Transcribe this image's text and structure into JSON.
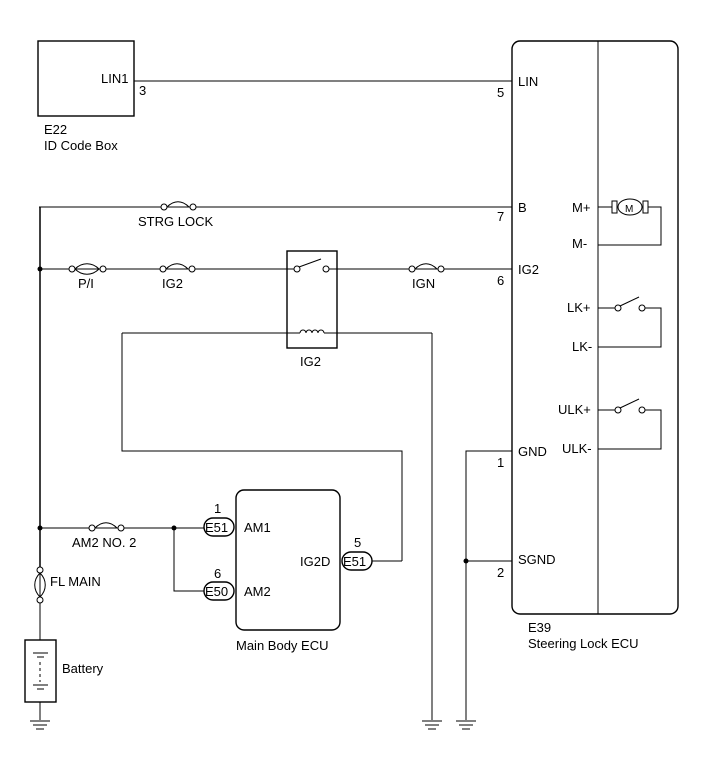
{
  "id_code_box": {
    "code": "E22",
    "name": "ID Code Box",
    "terminal_label": "LIN1",
    "pin": "3"
  },
  "steering_lock_ecu": {
    "code": "E39",
    "name": "Steering Lock ECU",
    "terminals": [
      {
        "label": "LIN",
        "pin": "5"
      },
      {
        "label": "B",
        "pin": "7"
      },
      {
        "label": "IG2",
        "pin": "6"
      },
      {
        "label": "GND",
        "pin": "1"
      },
      {
        "label": "SGND",
        "pin": "2"
      }
    ],
    "inner_labels": [
      "M+",
      "M-",
      "LK+",
      "LK-",
      "ULK+",
      "ULK-"
    ],
    "motor_symbol": "M"
  },
  "fuses": {
    "strg_lock": "STRG LOCK",
    "pi": "P/I",
    "ig2": "IG2",
    "ign": "IGN",
    "am2_no2": "AM2 NO. 2",
    "fl_main": "FL MAIN"
  },
  "relay": {
    "label": "IG2"
  },
  "main_body_ecu": {
    "name": "Main Body ECU",
    "am1": {
      "label": "AM1",
      "connector": "E51",
      "pin": "1"
    },
    "am2": {
      "label": "AM2",
      "connector": "E50",
      "pin": "6"
    },
    "ig2d": {
      "label": "IG2D",
      "connector": "E51",
      "pin": "5"
    }
  },
  "battery": {
    "label": "Battery"
  }
}
